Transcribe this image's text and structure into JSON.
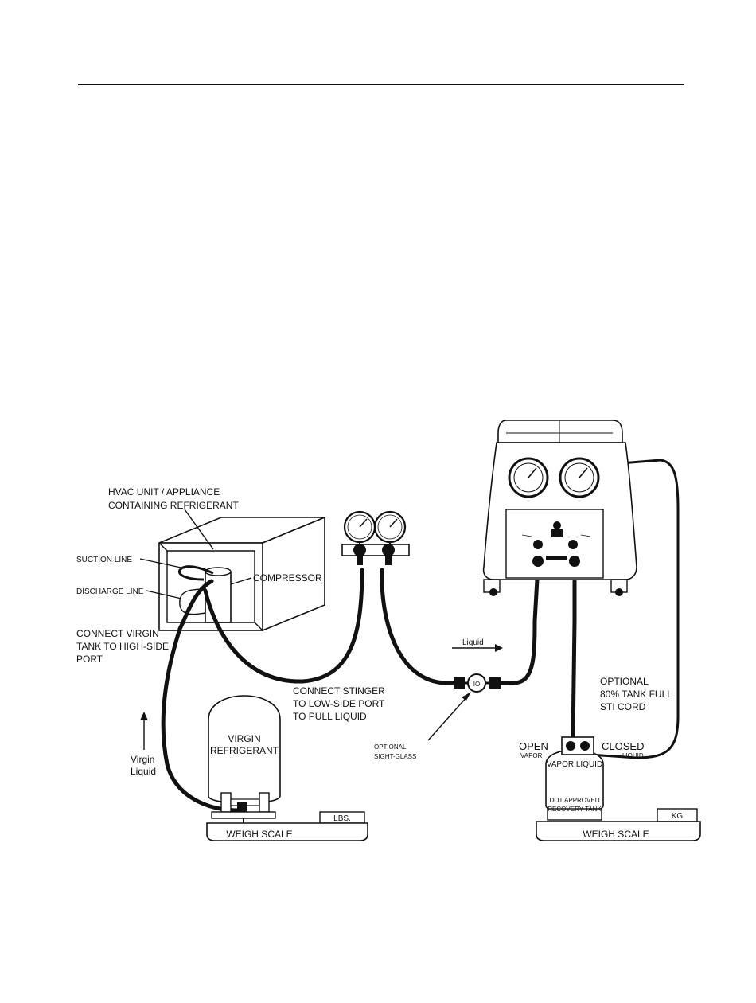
{
  "labels": {
    "hvac_unit": [
      "HVAC UNIT / APPLIANCE",
      "CONTAINING REFRIGERANT"
    ],
    "suction_line": "SUCTION LINE",
    "discharge_line": "DISCHARGE LINE",
    "compressor": "COMPRESSOR",
    "connect_virgin": [
      "CONNECT VIRGIN",
      "TANK TO HIGH-SIDE",
      "PORT"
    ],
    "virgin_liquid": [
      "Virgin",
      "Liquid"
    ],
    "virgin_tank": [
      "VIRGIN",
      "REFRIGERANT"
    ],
    "scale_left_unit": "LBS.",
    "weigh_scale": "WEIGH SCALE",
    "connect_stinger": [
      "CONNECT STINGER",
      "TO LOW-SIDE PORT",
      "TO PULL LIQUID"
    ],
    "liquid_flow": "Liquid",
    "sight_glass": [
      "OPTIONAL",
      "SIGHT-GLASS"
    ],
    "optional_cord": [
      "OPTIONAL",
      "80% TANK FULL",
      "STI CORD"
    ],
    "open": "OPEN",
    "vapor": "VAPOR",
    "closed": "CLOSED",
    "liquid": "LIQUID",
    "vapor_liquid": "VAPOR LIQUID",
    "recovery_tank": [
      "DOT APPROVED",
      "RECOVERY TANK"
    ],
    "scale_right_unit": "KG"
  }
}
